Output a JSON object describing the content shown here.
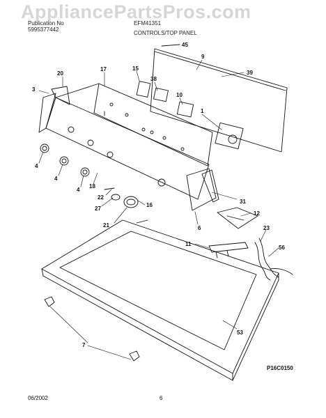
{
  "header": {
    "watermark": "AppliancePartsPros.com",
    "publication_label": "Publication No",
    "publication_number": "5995377442",
    "model": "EFM41351",
    "section_title": "CONTROLS/TOP PANEL"
  },
  "diagram": {
    "callouts": [
      "45",
      "9",
      "39",
      "20",
      "17",
      "15",
      "38",
      "10",
      "1",
      "3",
      "4",
      "4",
      "4",
      "18",
      "22",
      "27",
      "16",
      "21",
      "31",
      "12",
      "6",
      "23",
      "11",
      "56",
      "53",
      "7"
    ],
    "image_code": "P16C0150"
  },
  "footer": {
    "date": "06/2002",
    "page": "6"
  }
}
